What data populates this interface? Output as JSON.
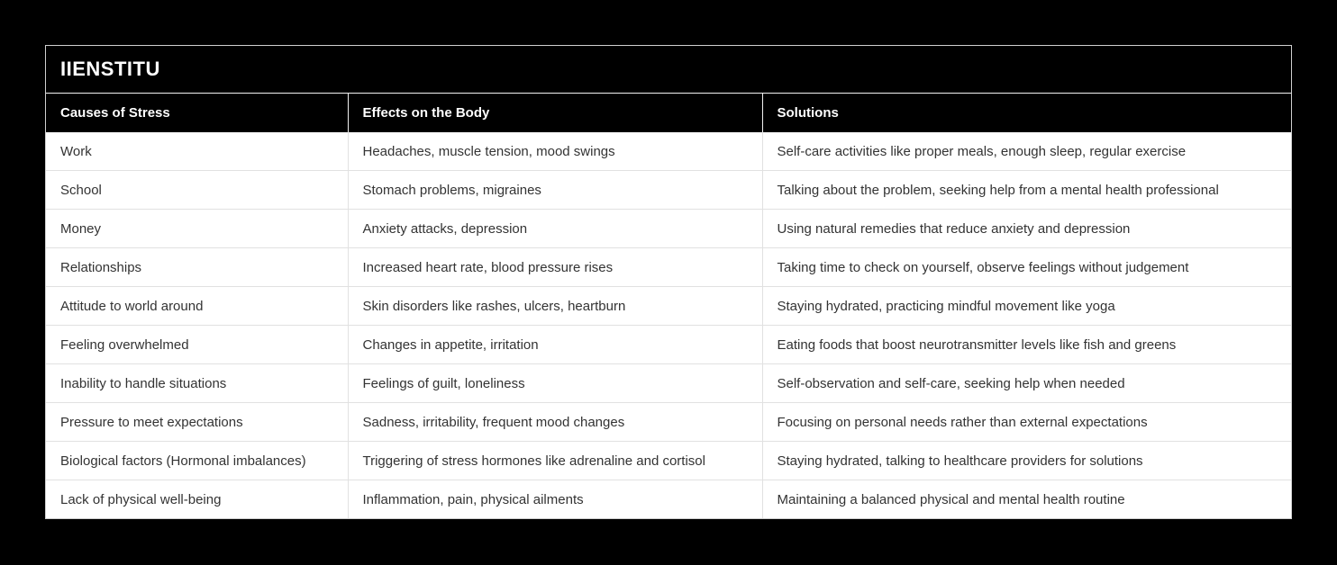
{
  "brand": {
    "title": "IIENSTITU"
  },
  "chart_data": {
    "type": "table",
    "title": "IIENSTITU",
    "columns": [
      "Causes of Stress",
      "Effects on the Body",
      "Solutions"
    ],
    "rows": [
      [
        "Work",
        "Headaches, muscle tension, mood swings",
        "Self-care activities like proper meals, enough sleep, regular exercise"
      ],
      [
        "School",
        "Stomach problems, migraines",
        "Talking about the problem, seeking help from a mental health professional"
      ],
      [
        "Money",
        "Anxiety attacks, depression",
        "Using natural remedies that reduce anxiety and depression"
      ],
      [
        "Relationships",
        "Increased heart rate, blood pressure rises",
        "Taking time to check on yourself, observe feelings without judgement"
      ],
      [
        "Attitude to world around",
        "Skin disorders like rashes, ulcers, heartburn",
        "Staying hydrated, practicing mindful movement like yoga"
      ],
      [
        "Feeling overwhelmed",
        "Changes in appetite, irritation",
        "Eating foods that boost neurotransmitter levels like fish and greens"
      ],
      [
        "Inability to handle situations",
        "Feelings of guilt, loneliness",
        "Self-observation and self-care, seeking help when needed"
      ],
      [
        "Pressure to meet expectations",
        "Sadness, irritability, frequent mood changes",
        "Focusing on personal needs rather than external expectations"
      ],
      [
        "Biological factors (Hormonal imbalances)",
        "Triggering of stress hormones like adrenaline and cortisol",
        "Staying hydrated, talking to healthcare providers for solutions"
      ],
      [
        "Lack of physical well-being",
        "Inflammation, pain, physical ailments",
        "Maintaining a balanced physical and mental health routine"
      ]
    ],
    "legend_position": "none",
    "grid": true
  },
  "colors": {
    "page_bg": "#000000",
    "banner_bg": "#000000",
    "banner_text": "#ffffff",
    "header_bg": "#000000",
    "header_text": "#ffffff",
    "row_bg": "#ffffff",
    "row_text": "#333333",
    "grid_line": "#e1e1e1",
    "card_border": "#cfcfcf"
  }
}
